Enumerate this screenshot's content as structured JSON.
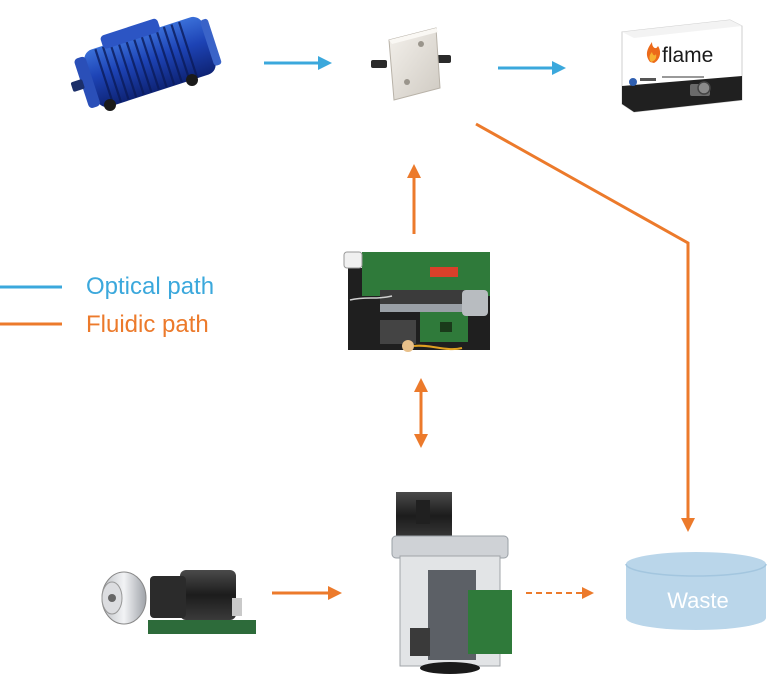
{
  "colors": {
    "optical": "#3ba8dc",
    "fluidic": "#ec7a2b",
    "waste_fill": "#bad6ea",
    "waste_text": "#ffffff"
  },
  "legend": {
    "optical_label": "Optical path",
    "fluidic_label": "Fluidic path"
  },
  "devices": {
    "light_source": {
      "icon": "light-source-icon"
    },
    "flow_cell": {
      "icon": "flow-cell-icon"
    },
    "spectrometer": {
      "icon": "spectrometer-icon",
      "brand": "flame"
    },
    "valve_module": {
      "icon": "valve-board-icon"
    },
    "pump": {
      "icon": "pump-motor-icon"
    },
    "syringe_pump": {
      "icon": "syringe-pump-icon"
    }
  },
  "waste": {
    "label": "Waste"
  }
}
